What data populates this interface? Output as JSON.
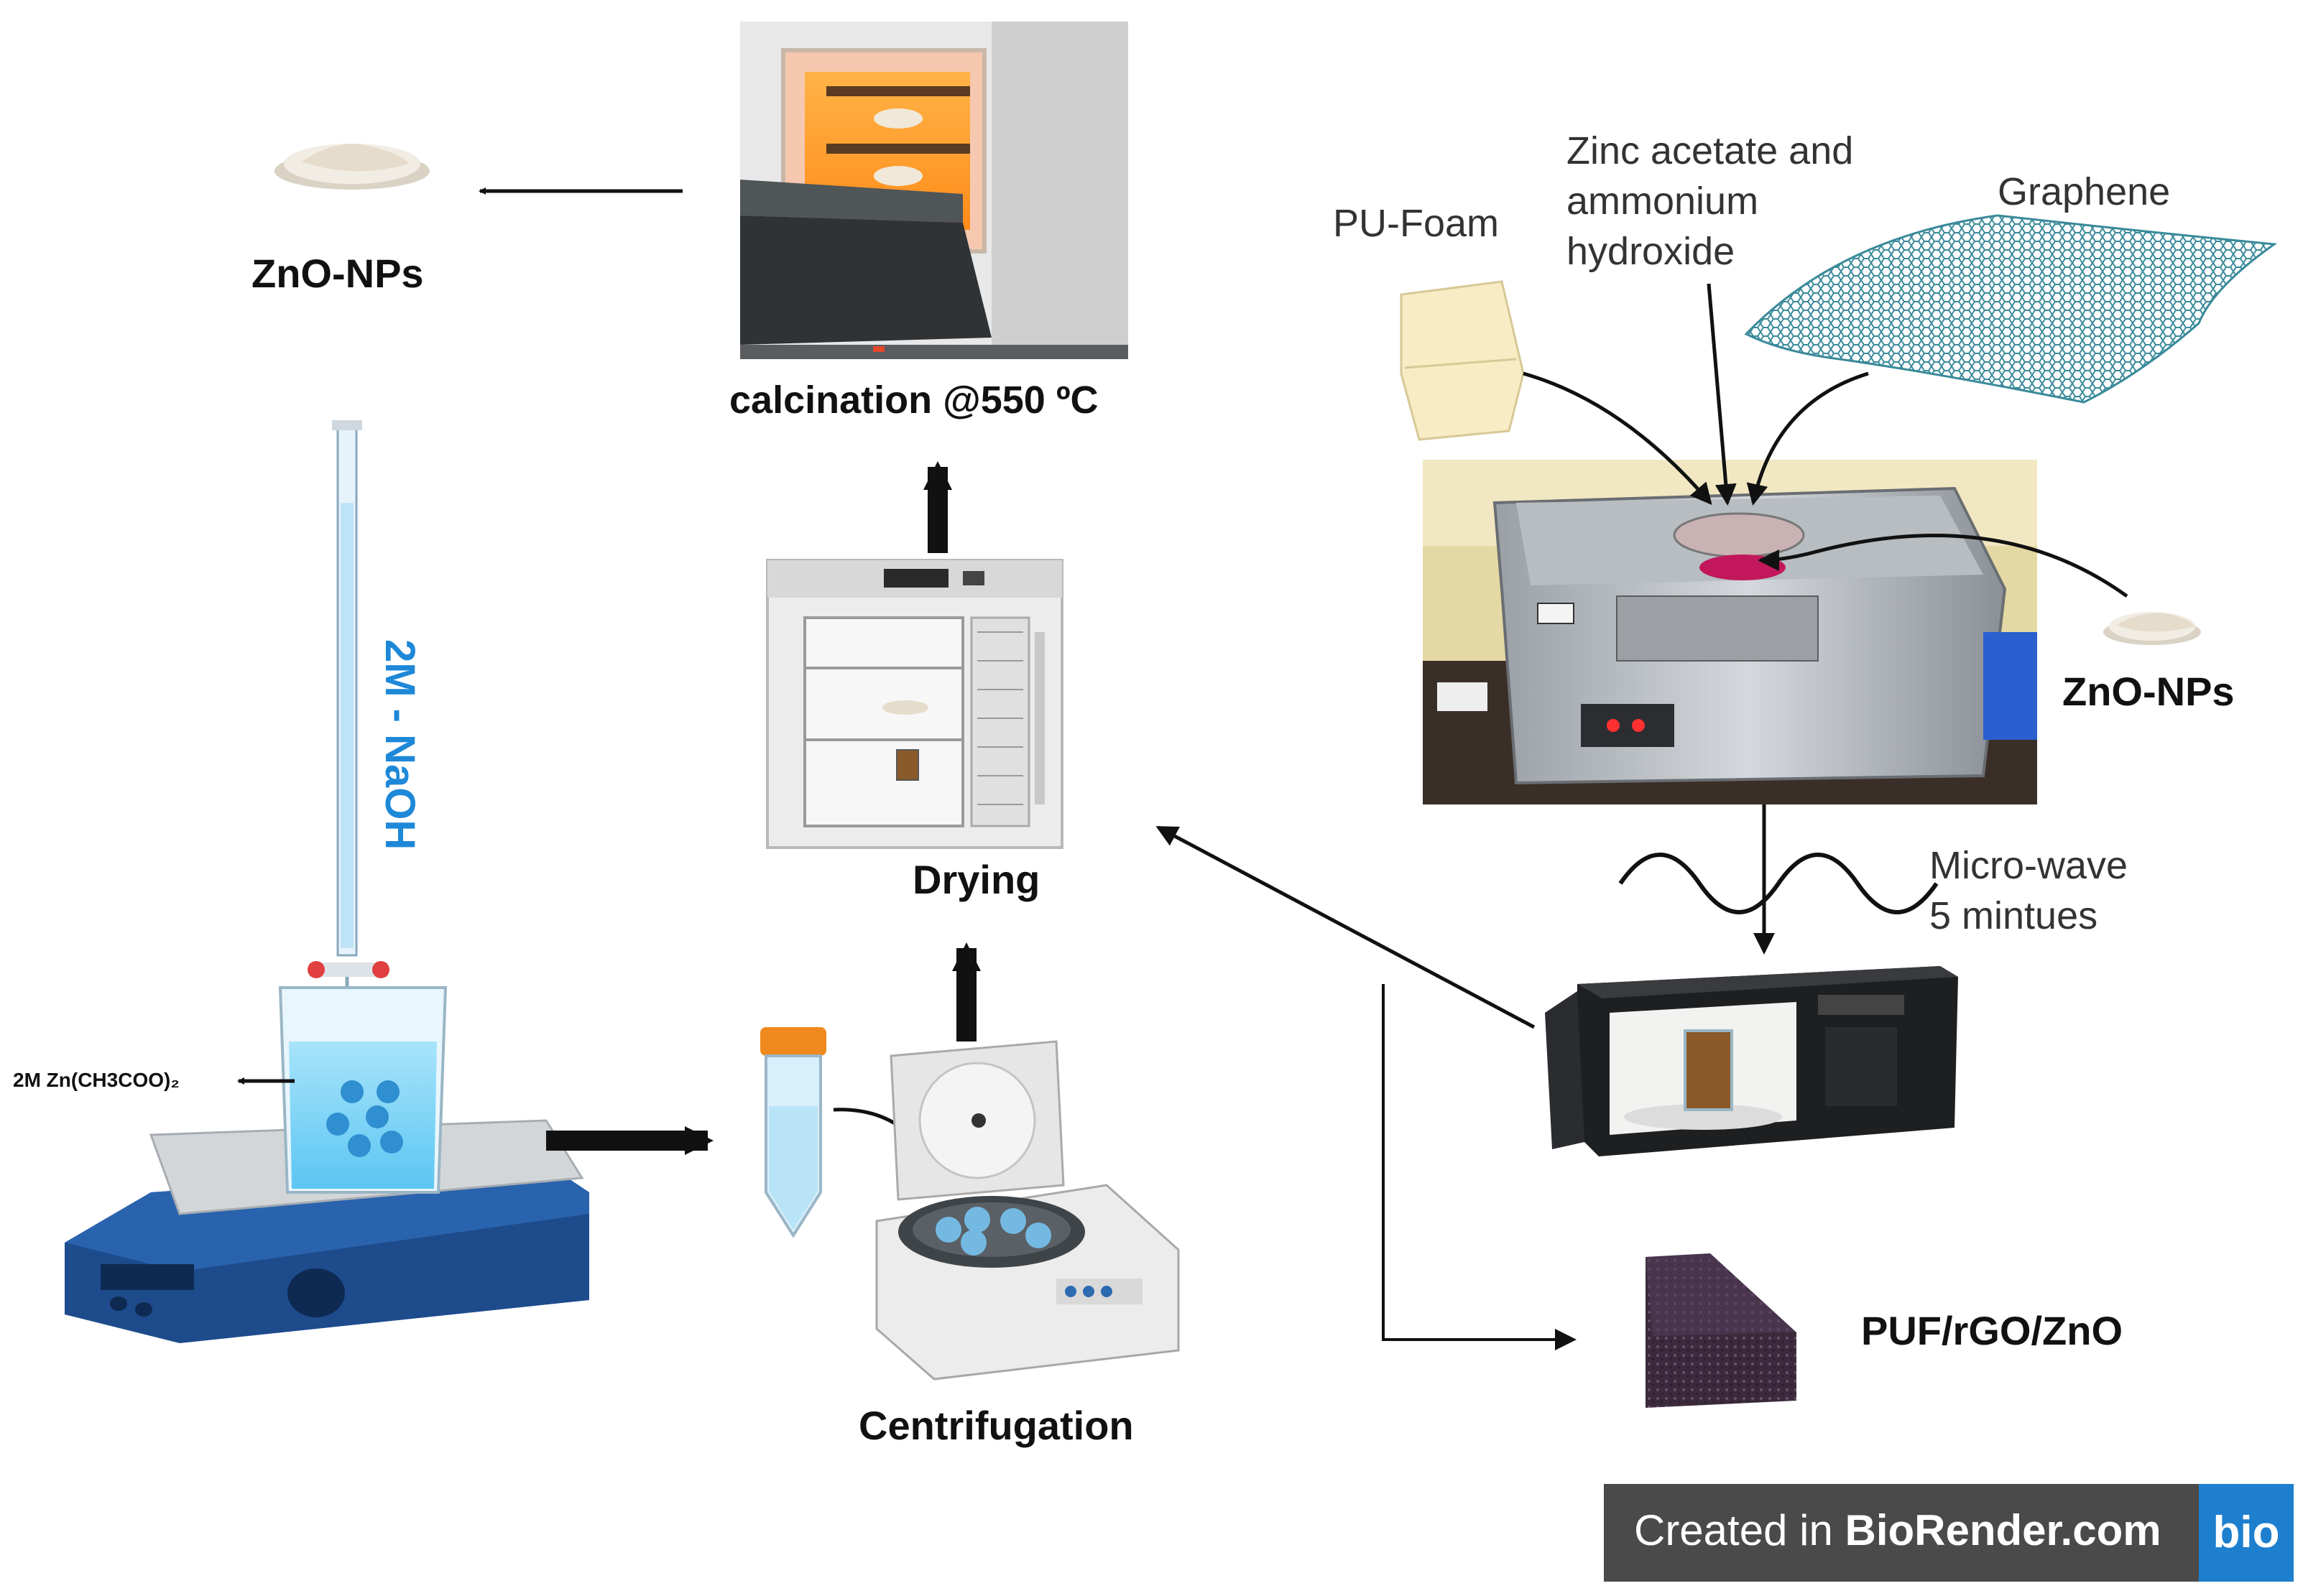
{
  "labels": {
    "zno_nps_top": "ZnO-NPs",
    "calcination": "calcination @550 ºC",
    "naoh": "2M - NaOH",
    "zinc_acetate": "2M Zn(CH3COO)₂",
    "drying": "Drying",
    "centrifugation": "Centrifugation",
    "pu_foam": "PU-Foam",
    "zinc_acetate_ammonium": [
      "Zinc acetate and",
      "ammonium",
      "hydroxide"
    ],
    "graphene": "Graphene",
    "zno_nps_right": "ZnO-NPs",
    "microwave": [
      "Micro-wave",
      "5 mintues"
    ],
    "product": "PUF/rGO/ZnO"
  },
  "badge": {
    "prefix": "Created in ",
    "brand": "BioRender.com",
    "logo": "bio"
  },
  "colors": {
    "naoh_text": "#1e88d8",
    "arrow": "#111111",
    "badge_bg": "#4a4a4a",
    "badge_logo": "#1e7fcf"
  }
}
